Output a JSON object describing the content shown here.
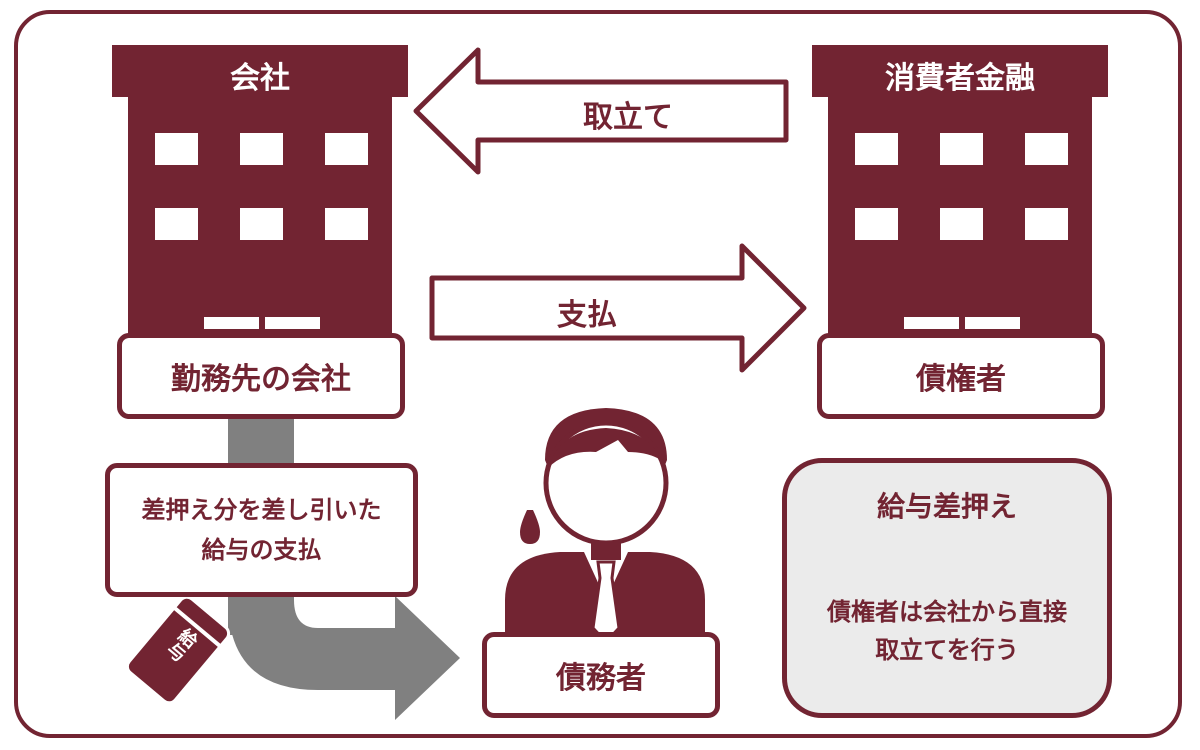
{
  "colors": {
    "primary": "#722432",
    "gray": "#808080",
    "panel": "#ebebeb"
  },
  "company": {
    "title": "会社",
    "label": "勤務先の会社"
  },
  "lender": {
    "title": "消費者金融",
    "label": "債権者"
  },
  "arrows": {
    "collection": "取立て",
    "payment": "支払"
  },
  "salary_note": {
    "line1": "差押え分を差し引いた",
    "line2": "給与の支払"
  },
  "envelope": {
    "text": "給与"
  },
  "debtor": {
    "label": "債務者",
    "icon": "businessman-sweat-icon"
  },
  "info_panel": {
    "heading": "給与差押え",
    "line1": "債権者は会社から直接",
    "line2": "取立てを行う"
  }
}
